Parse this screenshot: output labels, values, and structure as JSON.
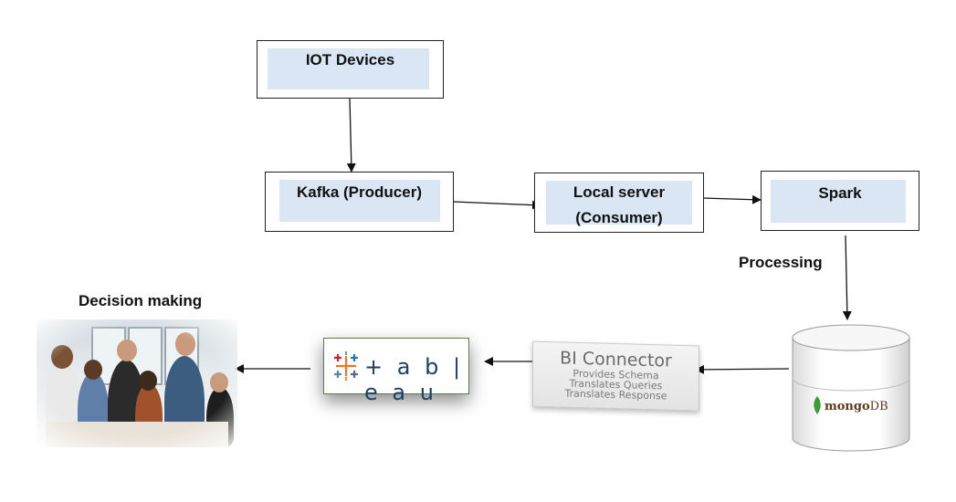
{
  "nodes": {
    "iot": "IOT Devices",
    "kafka": "Kafka (Producer)",
    "local_server_line1": "Local server",
    "local_server_line2": "(Consumer)",
    "spark": "Spark"
  },
  "labels": {
    "processing": "Processing",
    "decision_making": "Decision making"
  },
  "tableau": {
    "wordmark": "+ a b | e a u"
  },
  "bi_connector": {
    "title": "BI Connector",
    "lines": [
      "Provides Schema",
      "Translates Queries",
      "Translates Response"
    ]
  },
  "mongodb": {
    "prefix": "mongo",
    "suffix": "DB"
  },
  "colors": {
    "box_fill": "#dbe6f4",
    "tableau_blue": "#1f3f66",
    "mongo_green": "#3f9b3a"
  }
}
